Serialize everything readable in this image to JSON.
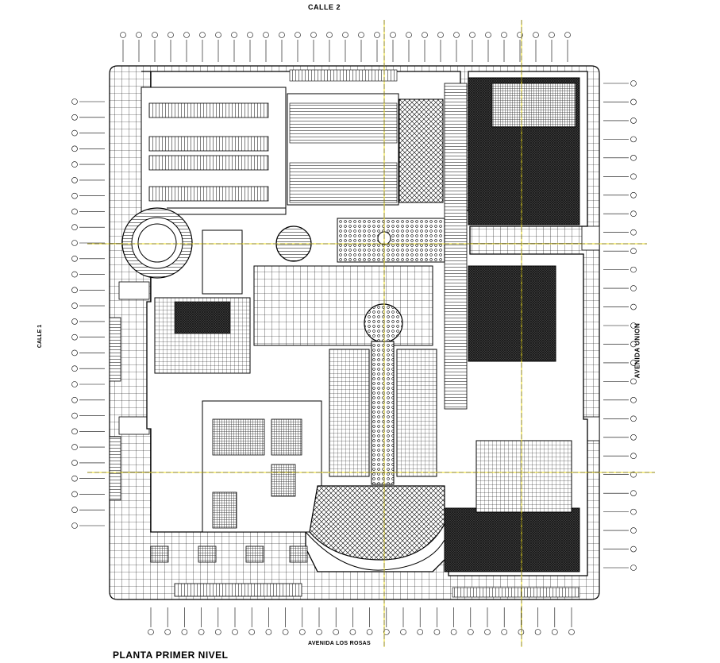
{
  "labels": {
    "street_top": "CALLE 2",
    "street_bottom": "AVENIDA LOS ROSAS",
    "street_left": "CALLE 1",
    "street_right": "AVENIDA UNION",
    "sheet_title": "PLANTA PRIMER NIVEL"
  },
  "colors": {
    "line": "#000000",
    "paper": "#ffffff",
    "axis": "#f0e020",
    "hatch_dark": "#2a2a2a",
    "hatch_mid": "#6a6a6a"
  },
  "grid_bubbles": {
    "top_count": 29,
    "bottom_count": 26,
    "left_count": 28,
    "right_count": 27
  }
}
